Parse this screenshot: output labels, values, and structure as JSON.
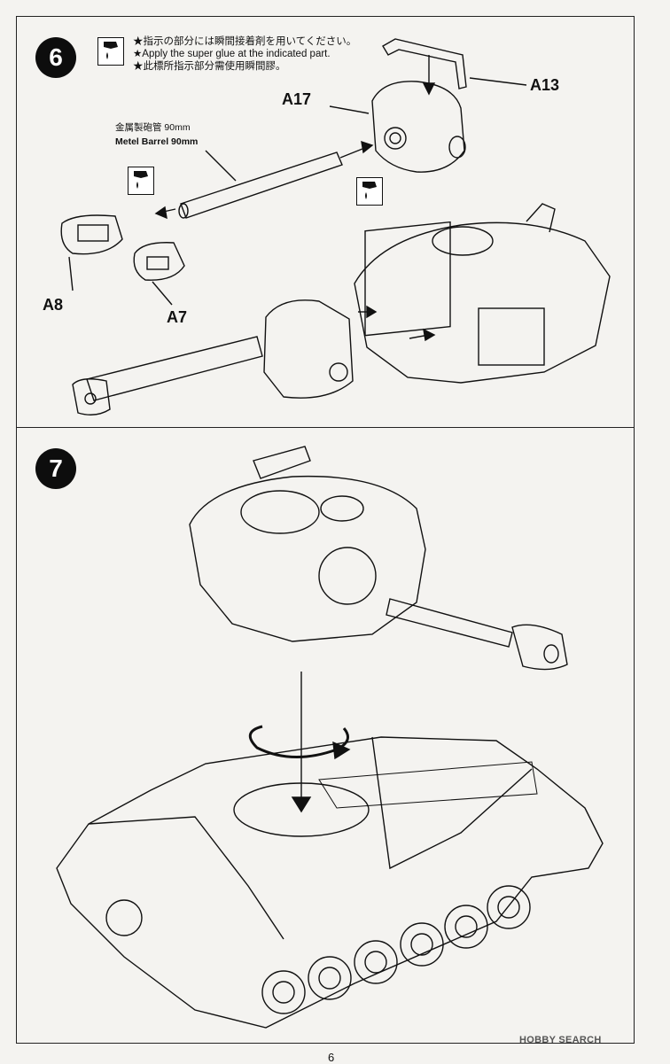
{
  "step6": {
    "number": "6",
    "notes": [
      "★指示の部分には瞬間接着剤を用いてください。",
      "★Apply the super glue at the indicated part.",
      "★此標所指示部分需使用瞬間膠。"
    ],
    "barrel_label_jp": "金属製砲管 90mm",
    "barrel_label_en": "Metel Barrel 90mm",
    "parts": {
      "a13": "A13",
      "a17": "A17",
      "a8": "A8",
      "a7": "A7"
    }
  },
  "step7": {
    "number": "7"
  },
  "icons": [
    "glue-icon"
  ],
  "page_number": "6",
  "watermark": "HOBBY SEARCH"
}
